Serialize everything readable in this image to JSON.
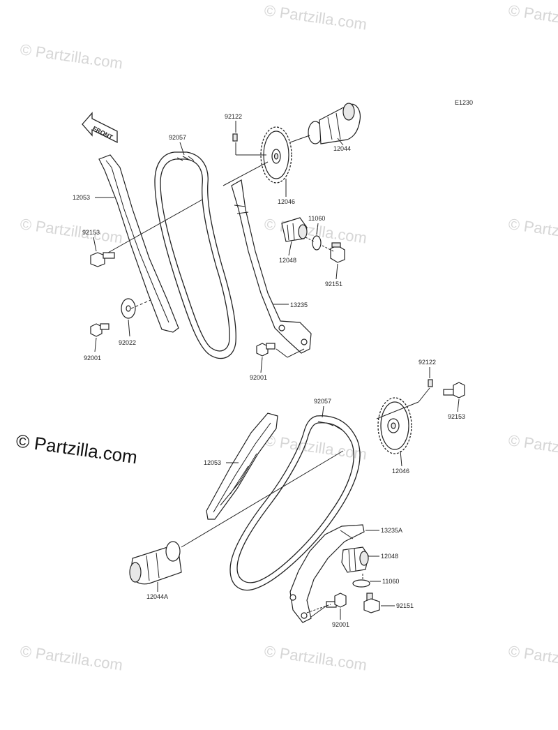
{
  "diagram_code": "E1230",
  "front_arrow_text": "FRONT",
  "watermark_text": "© Partzilla.com",
  "copyright_text": "© Partzilla.com",
  "labels": {
    "p92122_top": "92122",
    "p12044": "12044",
    "p92057_top": "92057",
    "p12053_top": "12053",
    "p12046_top": "12046",
    "p11060_top": "11060",
    "p92153_top": "92153",
    "p12048_top": "12048",
    "p92151_top": "92151",
    "p13235": "13235",
    "p92001_left": "92001",
    "p92022": "92022",
    "p92001_mid": "92001",
    "p92122_bot": "92122",
    "p92057_bot": "92057",
    "p92153_bot": "92153",
    "p12053_bot": "12053",
    "p12046_bot": "12046",
    "p13235A": "13235A",
    "p12048_bot": "12048",
    "p11060_bot": "11060",
    "p12044A": "12044A",
    "p92151_bot": "92151",
    "p92001_bot": "92001"
  }
}
